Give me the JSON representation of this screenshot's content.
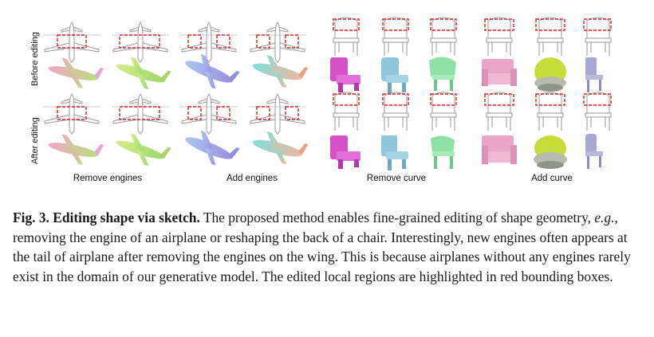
{
  "figure": {
    "row_labels": {
      "before": "Before editing",
      "after": "After editing"
    },
    "column_labels": [
      "Remove engines",
      "Add engines",
      "Remove curve",
      "Add curve"
    ],
    "colors": {
      "highlight_box": "#d62020",
      "sketch_line": "#9a9a9a",
      "airplane_gradients": [
        [
          "#f3a6c8",
          "#b7e07a"
        ],
        [
          "#d7ec8a",
          "#9bd86b"
        ],
        [
          "#a9c6f2",
          "#9a8fe0"
        ],
        [
          "#7ee0d8",
          "#f2b6a0"
        ]
      ],
      "chair_colors": [
        "#d650c8",
        "#8fc6dc",
        "#8ee0a6",
        "#e9a6c6",
        "#c9dc3a",
        "#a8a8d0"
      ]
    }
  },
  "caption": {
    "label": "Fig. 3. Editing shape via sketch.",
    "text_1": " The proposed method enables fine-grained editing of shape geometry, ",
    "eg": "e.g.",
    "text_2": ", removing the engine of an airplane or reshaping the back of a chair. Interestingly, new engines often appears at the tail of airplane after removing the engines on the wing. This is because airplanes without any engines rarely exist in the domain of our generative model. The edited local regions are highlighted in red bounding boxes."
  }
}
